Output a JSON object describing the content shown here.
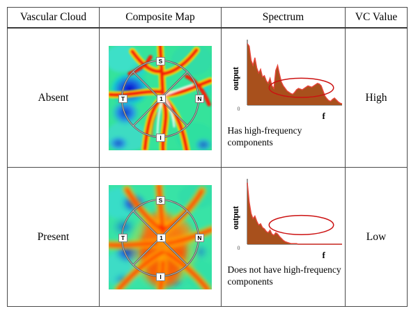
{
  "table": {
    "headers": [
      "Vascular Cloud",
      "Composite Map",
      "Spectrum",
      "VC Value"
    ],
    "rows": [
      {
        "vascular_cloud": "Absent",
        "map": {
          "quadrant_labels": [
            "S",
            "T",
            "N",
            "I"
          ],
          "center_label": "1"
        },
        "spectrum_caption": "Has high-frequency components",
        "vc_value": "High"
      },
      {
        "vascular_cloud": "Present",
        "map": {
          "quadrant_labels": [
            "S",
            "T",
            "N",
            "I"
          ],
          "center_label": "1"
        },
        "spectrum_caption": "Does not have high-frequency components",
        "vc_value": "Low"
      }
    ]
  },
  "chart_data": [
    {
      "type": "area",
      "title": "",
      "xlabel": "f",
      "ylabel": "output",
      "origin_label": "0",
      "xlim": [
        0,
        100
      ],
      "ylim": [
        0,
        100
      ],
      "grid": false,
      "annotation": {
        "shape": "ellipse",
        "color": "#cc1111",
        "label": "high-frequency region",
        "cx": 57,
        "cy": 27,
        "rx": 34,
        "ry": 15
      },
      "x": [
        0,
        2,
        4,
        6,
        8,
        10,
        12,
        14,
        16,
        18,
        20,
        22,
        24,
        26,
        28,
        30,
        32,
        34,
        36,
        38,
        40,
        42,
        44,
        46,
        48,
        50,
        52,
        54,
        56,
        58,
        60,
        62,
        64,
        66,
        68,
        70,
        72,
        74,
        76,
        78,
        80,
        82,
        84,
        86,
        88,
        90,
        92,
        94,
        96,
        98,
        100
      ],
      "values": [
        96,
        92,
        70,
        62,
        74,
        58,
        50,
        56,
        44,
        46,
        38,
        34,
        42,
        30,
        26,
        54,
        62,
        48,
        36,
        30,
        26,
        22,
        20,
        18,
        17,
        20,
        24,
        26,
        25,
        24,
        26,
        28,
        30,
        29,
        28,
        30,
        32,
        34,
        33,
        30,
        22,
        14,
        10,
        7,
        6,
        9,
        11,
        8,
        5,
        3,
        2
      ]
    },
    {
      "type": "area",
      "title": "",
      "xlabel": "f",
      "ylabel": "output",
      "origin_label": "0",
      "xlim": [
        0,
        100
      ],
      "ylim": [
        0,
        100
      ],
      "grid": false,
      "annotation": {
        "shape": "ellipse",
        "color": "#cc1111",
        "label": "absent high-frequency region",
        "cx": 57,
        "cy": 30,
        "rx": 34,
        "ry": 15
      },
      "x": [
        0,
        2,
        4,
        6,
        8,
        10,
        12,
        14,
        16,
        18,
        20,
        22,
        24,
        26,
        28,
        30,
        32,
        34,
        36,
        38,
        40,
        42,
        44,
        46,
        48,
        50,
        52,
        54,
        56,
        58,
        60,
        62,
        64,
        66,
        68,
        70,
        72,
        74,
        76,
        78,
        80,
        82,
        84,
        86,
        88,
        90,
        92,
        94,
        96,
        98,
        100
      ],
      "values": [
        96,
        66,
        48,
        40,
        44,
        36,
        30,
        32,
        26,
        24,
        20,
        18,
        22,
        16,
        14,
        18,
        16,
        12,
        9,
        6,
        4,
        3,
        2,
        1,
        1,
        1,
        1,
        0,
        0,
        0,
        0,
        0,
        0,
        0,
        0,
        0,
        0,
        0,
        0,
        0,
        0,
        0,
        0,
        0,
        0,
        0,
        0,
        0,
        0,
        0,
        0
      ]
    }
  ],
  "colors": {
    "spectrum_fill": "#a8501c",
    "spectrum_edge": "#e8453c",
    "annotation": "#cc1111",
    "axis": "#9a9a9a",
    "table_border": "#4a4a4a"
  }
}
